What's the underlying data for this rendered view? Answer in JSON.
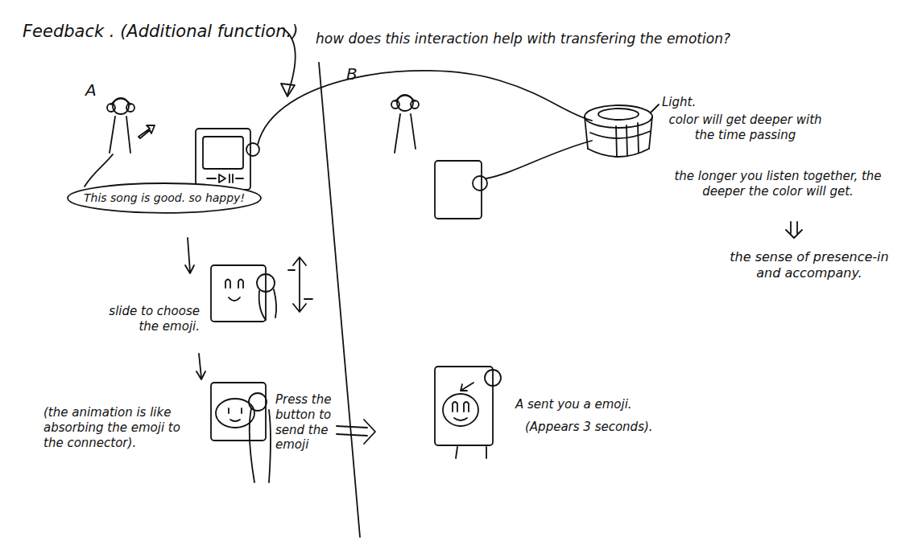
{
  "diagram": {
    "title": "Feedback . (Additional function.)",
    "nodes": [
      {
        "text": [
          "This song is good. so happy!"
        ]
      }
    ],
    "labels": [
      "how does this interaction help with transfering the emotion?",
      "A",
      "B",
      "slide to choose the emoji.",
      "(the animation is like absorbing the emoji to the connector).",
      "Press the button to send the emoji",
      "A sent you a emoji.",
      "(Appears 3 seconds).",
      "Light.",
      "color will get deeper with the time passing",
      "the longer you listen together, the deeper the color will get.",
      "the sense of presence-in and accompany."
    ]
  }
}
